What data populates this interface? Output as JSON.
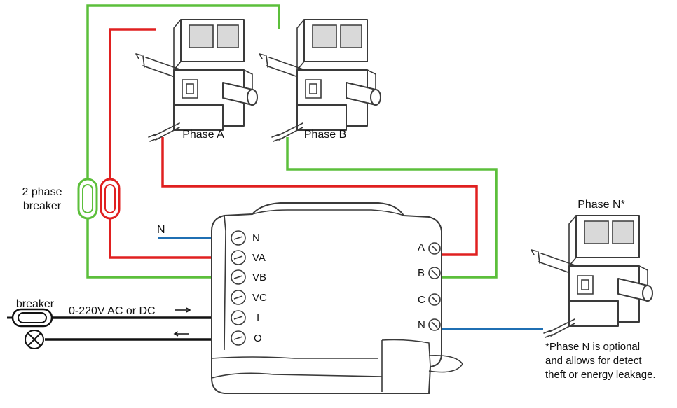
{
  "labels": {
    "phase_a": "Phase A",
    "phase_b": "Phase B",
    "phase_n": "Phase N*",
    "breaker_2phase_line1": "2 phase",
    "breaker_2phase_line2": "breaker",
    "neutral": "N",
    "breaker": "breaker",
    "supply": "0-220V AC or DC",
    "footnote": [
      "*Phase N is optional",
      "and allows for detect",
      "theft or energy leakage."
    ]
  },
  "device": {
    "left_terminals": [
      "N",
      "VA",
      "VB",
      "VC",
      "I",
      "O"
    ],
    "right_terminals": [
      "A",
      "B",
      "C",
      "N"
    ]
  },
  "colors": {
    "phase_a_wire": "#e02020",
    "phase_b_wire": "#5cbf3b",
    "neutral_wire": "#1f6fb3",
    "power_wire": "#111111",
    "outline": "#3a3a3a"
  },
  "icons": [
    "current-clamp-icon",
    "breaker-icon",
    "lamp-icon",
    "arrow-right-icon",
    "arrow-left-icon",
    "energy-meter-device"
  ]
}
